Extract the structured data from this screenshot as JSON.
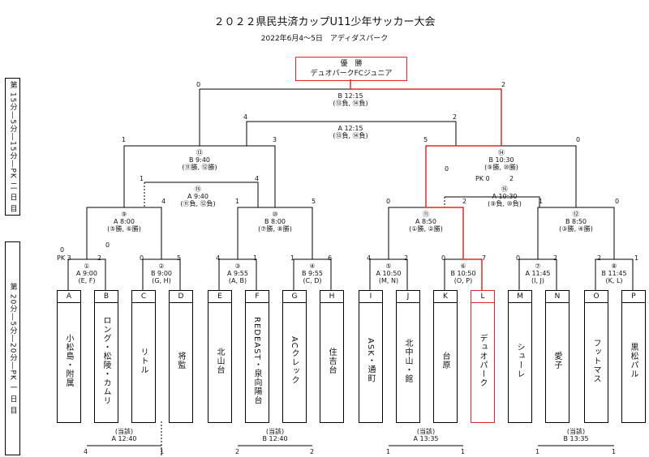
{
  "title": "２０２２県民共済カップU11少年サッカー大会",
  "subtitle": "2022年6月4～5日　アディダスパーク",
  "champion": {
    "label": "優　勝",
    "team": "デュオパークFCジュニア"
  },
  "day_labels": {
    "day2": "第 15分―5分―15分―PK 二 日 目",
    "day1": "第 20分―5分―20分―PK 一 日 目"
  },
  "teams": [
    {
      "letter": "A",
      "name": "小松島・附属"
    },
    {
      "letter": "B",
      "name": "ロング・松陵・カムリ"
    },
    {
      "letter": "C",
      "name": "リトル"
    },
    {
      "letter": "D",
      "name": "将監"
    },
    {
      "letter": "E",
      "name": "北山台"
    },
    {
      "letter": "F",
      "name": "REDEAST・泉向陽台"
    },
    {
      "letter": "G",
      "name": "ACクレック"
    },
    {
      "letter": "H",
      "name": "住吉台"
    },
    {
      "letter": "I",
      "name": "ASK・通町"
    },
    {
      "letter": "J",
      "name": "北中山・館"
    },
    {
      "letter": "K",
      "name": "台原"
    },
    {
      "letter": "L",
      "name": "デュオパーク"
    },
    {
      "letter": "M",
      "name": "シューレ"
    },
    {
      "letter": "N",
      "name": "愛子"
    },
    {
      "letter": "O",
      "name": "フットマス"
    },
    {
      "letter": "P",
      "name": "黒松パル"
    }
  ],
  "day1_matches": [
    {
      "no": "①",
      "time": "A 9:00",
      "teams": "(E, F)",
      "left": "0",
      "right": "2",
      "pk": "PK 3",
      "pk_opp": "0"
    },
    {
      "no": "②",
      "time": "B 9:00",
      "teams": "(G, H)",
      "left": "0",
      "right": "5"
    },
    {
      "no": "③",
      "time": "A 9:55",
      "teams": "(A, B)",
      "left": "4",
      "right": "1"
    },
    {
      "no": "④",
      "time": "B 9:55",
      "teams": "(C, D)",
      "left": "1",
      "right": "6"
    },
    {
      "no": "⑤",
      "time": "A 10:50",
      "teams": "(M, N)",
      "left": "4",
      "right": "2"
    },
    {
      "no": "⑥",
      "time": "B 10:50",
      "teams": "(O, P)",
      "left": "0",
      "right": "7"
    },
    {
      "no": "⑦",
      "time": "A 11:45",
      "teams": "(I, J)",
      "left": "0",
      "right": "2"
    },
    {
      "no": "⑧",
      "time": "B 11:45",
      "teams": "(K, L)",
      "left": "2",
      "right": "1"
    }
  ],
  "referee": [
    {
      "label": "(当該)",
      "time": "A 12:40",
      "left": "4",
      "right": "1"
    },
    {
      "label": "(当該)",
      "time": "B 12:40",
      "left": "2",
      "right": "2"
    },
    {
      "label": "(当該)",
      "time": "A 13:35",
      "left": "1",
      "right": "1"
    },
    {
      "label": "(当該)",
      "time": "B 13:35",
      "left": "1",
      "right": "1"
    }
  ],
  "day2_r1": [
    {
      "no": "⑨",
      "time": "A 8:00",
      "teams": "(⑤勝, ⑥勝)",
      "left": "0",
      "right": "4"
    },
    {
      "no": "⑩",
      "time": "B 8:00",
      "teams": "(⑦勝, ⑧勝)",
      "left": "1",
      "right": "5"
    },
    {
      "no": "⑪",
      "time": "A 8:50",
      "teams": "(①勝, ②勝)",
      "left": "0",
      "right": "2"
    },
    {
      "no": "⑫",
      "time": "B 8:50",
      "teams": "(③勝, ④勝)",
      "left": "1",
      "right": "0"
    }
  ],
  "day2_r2": [
    {
      "no": "⑬",
      "time": "B 9:40",
      "teams": "(⑪勝, ⑫勝)",
      "left": "1",
      "right": "3"
    },
    {
      "no": "⑭",
      "time": "B 10:30",
      "teams": "(⑨勝, ⑩勝)",
      "left": "5",
      "right": "0"
    }
  ],
  "day2_cons": [
    {
      "no": "⑮",
      "time": "A 9:40",
      "teams": "(⑪負, ⑫負)",
      "left": "1",
      "right": "4"
    },
    {
      "no": "⑯",
      "time": "A 10:30",
      "teams": "(⑨負, ⑩負)",
      "left": "0",
      "right": "2",
      "pk": "PK 0"
    }
  ],
  "third_place": {
    "time": "A 12:15",
    "teams": "(⑬負, ⑭負)",
    "left": "4",
    "right": "2"
  },
  "final": {
    "time": "B 12:15",
    "teams": "(⑬負, ⑭負)",
    "left": "0",
    "right": "2"
  },
  "colors": {
    "winner": "#e0282b",
    "line": "#000000"
  }
}
